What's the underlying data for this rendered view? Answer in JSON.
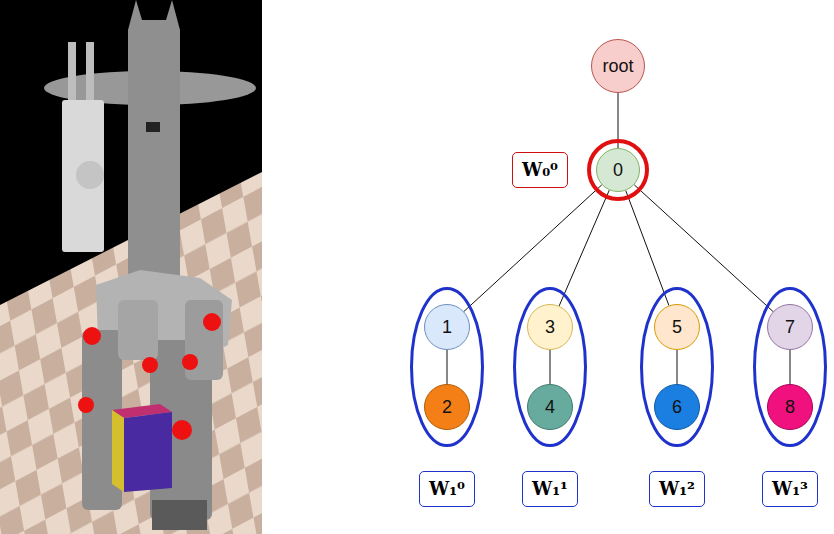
{
  "diagram": {
    "nodes": [
      {
        "text": [
          "root"
        ]
      },
      {
        "text": [
          "W₀⁰"
        ]
      },
      {
        "text": [
          "0"
        ],
        "in": 1
      },
      {
        "text": [
          "W₁⁰"
        ]
      },
      {
        "text": [
          "1"
        ],
        "in": 3
      },
      {
        "text": [
          "2"
        ],
        "in": 3
      },
      {
        "text": [
          "W₁¹"
        ]
      },
      {
        "text": [
          "3"
        ],
        "in": 6
      },
      {
        "text": [
          "4"
        ],
        "in": 6
      },
      {
        "text": [
          "W₁²"
        ]
      },
      {
        "text": [
          "5"
        ],
        "in": 9
      },
      {
        "text": [
          "6"
        ],
        "in": 9
      },
      {
        "text": [
          "W₁³"
        ]
      },
      {
        "text": [
          "7"
        ],
        "in": 12
      },
      {
        "text": [
          "8"
        ],
        "in": 12
      }
    ],
    "edges": [
      {
        "from": 0,
        "to": 2,
        "arrow": "none"
      },
      {
        "from": 2,
        "to": 4,
        "arrow": "none"
      },
      {
        "from": 2,
        "to": 7,
        "arrow": "none"
      },
      {
        "from": 2,
        "to": 10,
        "arrow": "none"
      },
      {
        "from": 2,
        "to": 13,
        "arrow": "none"
      },
      {
        "from": 4,
        "to": 5,
        "arrow": "none"
      },
      {
        "from": 7,
        "to": 8,
        "arrow": "none"
      },
      {
        "from": 10,
        "to": 11,
        "arrow": "none"
      },
      {
        "from": 13,
        "to": 14,
        "arrow": "none"
      }
    ]
  }
}
